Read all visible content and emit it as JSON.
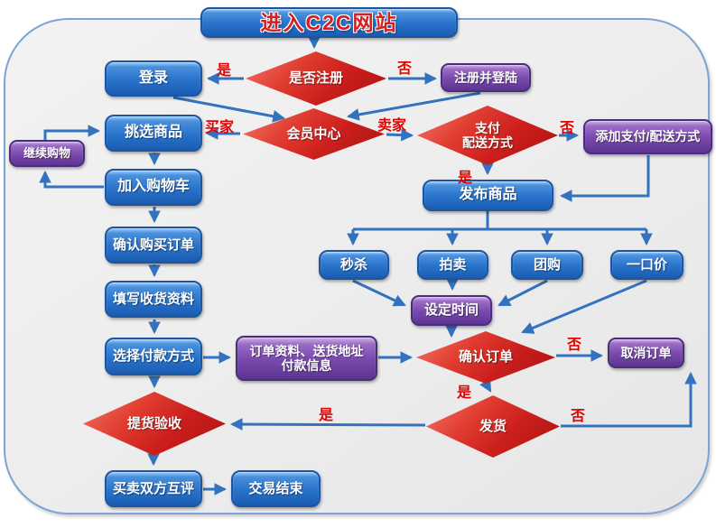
{
  "diagram": {
    "title": "进入C2C网站",
    "nodes": {
      "register_check": "是否注册",
      "login": "登录",
      "register_login": "注册并登陆",
      "member_center": "会员中心",
      "pick_goods": "挑选商品",
      "continue_shopping": "继续购物",
      "add_cart": "加入购物车",
      "pay_delivery_line1": "支付",
      "pay_delivery_line2": "配送方式",
      "add_pay_delivery": "添加支付/配送方式",
      "publish_goods": "发布商品",
      "confirm_purchase_order": "确认购买订单",
      "flash_sale": "秒杀",
      "auction": "拍卖",
      "group_buy": "团购",
      "fixed_price": "一口价",
      "fill_shipping_info": "填写收货资料",
      "set_time": "设定时间",
      "select_payment": "选择付款方式",
      "order_info_line1": "订单资料、送货地址",
      "order_info_line2": "付款信息",
      "confirm_order": "确认订单",
      "cancel_order": "取消订单",
      "pickup_inspect": "提货验收",
      "ship": "发货",
      "mutual_review": "买卖双方互评",
      "transaction_end": "交易结束"
    },
    "edge_labels": {
      "register_yes": "是",
      "register_no": "否",
      "buyer": "买家",
      "seller": "卖家",
      "pay_delivery_no": "否",
      "pay_delivery_yes": "是",
      "confirm_order_no": "否",
      "confirm_order_yes": "是",
      "ship_no": "否",
      "ship_yes": "是"
    },
    "colors": {
      "process_blue": "#2a74cc",
      "decision_red": "#cc1f1d",
      "data_purple": "#7a4aae",
      "arrow_blue": "#3372be",
      "label_red": "#e00505",
      "canvas_gray": "#ededed"
    }
  }
}
